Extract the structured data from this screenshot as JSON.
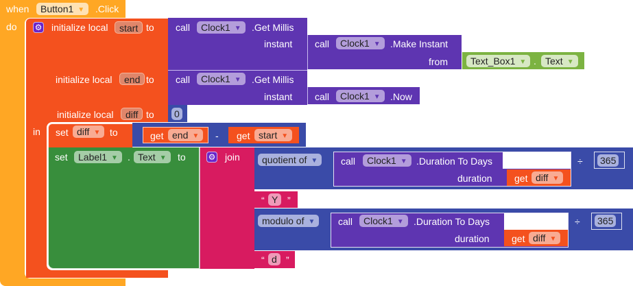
{
  "event": {
    "when_label": "when",
    "component": "Button1",
    "event_name": ".Click",
    "do_label": "do"
  },
  "locals": {
    "init_label": "initialize local",
    "to_label": "to",
    "in_label": "in",
    "vars": [
      {
        "name": "start",
        "value": {
          "call_label": "call",
          "component": "Clock1",
          "method": ".Get Millis",
          "param_label": "instant",
          "inner": {
            "call_label": "call",
            "component": "Clock1",
            "method": ".Make Instant",
            "param_label": "from",
            "inner": {
              "component": "Text_Box1",
              "dot": ".",
              "property": "Text"
            }
          }
        }
      },
      {
        "name": "end",
        "value": {
          "call_label": "call",
          "component": "Clock1",
          "method": ".Get Millis",
          "param_label": "instant",
          "inner": {
            "call_label": "call",
            "component": "Clock1",
            "method": ".Now"
          }
        }
      },
      {
        "name": "diff",
        "value": {
          "number": "0"
        }
      }
    ]
  },
  "set_diff": {
    "set_label": "set",
    "var": "diff",
    "to_label": "to",
    "minus": {
      "left": {
        "get_label": "get",
        "var": "end"
      },
      "op": "-",
      "right": {
        "get_label": "get",
        "var": "start"
      }
    }
  },
  "set_label_text": {
    "set_label": "set",
    "component": "Label1",
    "dot": ".",
    "property": "Text",
    "to_label": "to",
    "join_label": "join",
    "items": [
      {
        "op": "quotient of",
        "call_label": "call",
        "component": "Clock1",
        "method": ".Duration To Days",
        "param_label": "duration",
        "get_label": "get",
        "var": "diff",
        "divide": "÷",
        "number": "365"
      },
      {
        "open_quote": "“",
        "text": "Y",
        "close_quote": "”"
      },
      {
        "op": "modulo of",
        "call_label": "call",
        "component": "Clock1",
        "method": ".Duration To Days",
        "param_label": "duration",
        "get_label": "get",
        "var": "diff",
        "divide": "÷",
        "number": "365"
      },
      {
        "open_quote": "“",
        "text": "d",
        "close_quote": "”"
      }
    ]
  },
  "icons": {
    "dropdown": "▼",
    "mutator": "⚙"
  },
  "colors": {
    "event": "#ffa724",
    "variables": "#f4511e",
    "component_method": "#5e35b1",
    "math": "#3a4ba8",
    "component_setter": "#388e3c",
    "text": "#d81b60",
    "component_getter": "#7cb342"
  }
}
